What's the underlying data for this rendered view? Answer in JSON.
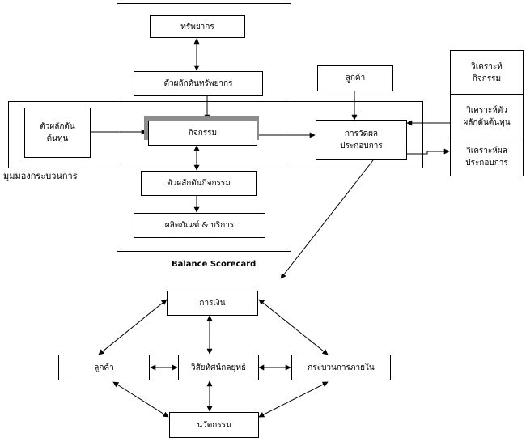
{
  "top": {
    "resources": "ทรัพยากร",
    "resource_drivers": "ตัวผลักดันทรัพยากร",
    "cost_drivers": [
      "ตัวผลักดัน",
      "ต้นทุน"
    ],
    "activities": "กิจกรรม",
    "activity_drivers": "ตัวผลักดันกิจกรรม",
    "products": "ผลิตภัณฑ์ & บริการ",
    "customer": "ลูกค้า",
    "performance": [
      "การวัดผล",
      "ประกอบการ"
    ],
    "analyze_activities": [
      "วิเคราะห์",
      "กิจกรรม"
    ],
    "analyze_cost_drivers": [
      "วิเคราะห์ตัว",
      "ผลักดันต้นทุน"
    ],
    "analyze_performance": [
      "วิเคราะห์ผล",
      "ประกอบการ"
    ],
    "process_view": "มุมมองกระบวนการ"
  },
  "bsc": {
    "title": "Balance Scorecard",
    "financial": "การเงิน",
    "customer": "ลูกค้า",
    "vision": "วิสัยทัศน์กลยุทธ์",
    "internal_process": "กระบวนการภายใน",
    "innovation": "นวัตกรรม"
  }
}
